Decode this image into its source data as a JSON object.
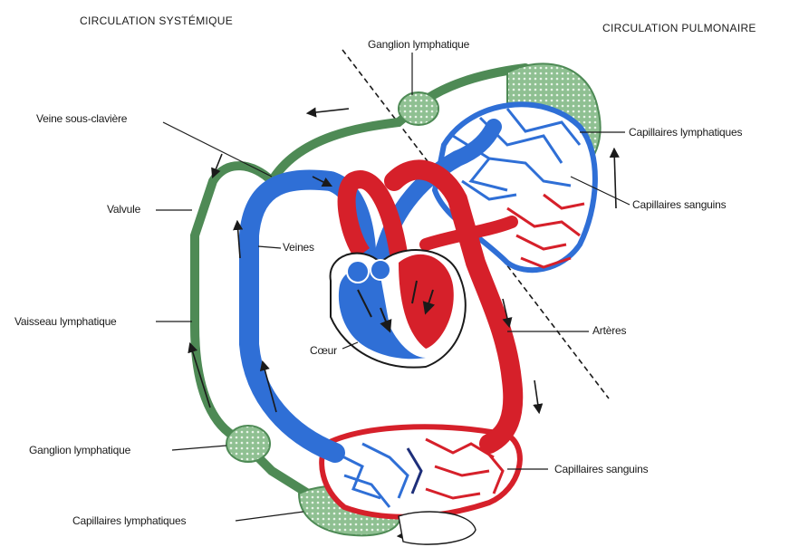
{
  "headers": {
    "systemic": "CIRCULATION SYSTÉMIQUE",
    "pulmonary": "CIRCULATION PULMONAIRE"
  },
  "labels": {
    "ganglion_top": "Ganglion lymphatique",
    "veine_sous_claviere": "Veine sous-clavière",
    "capillaires_lymph_right": "Capillaires lymphatiques",
    "capillaires_sanguins_right": "Capillaires sanguins",
    "valvule": "Valvule",
    "veines": "Veines",
    "vaisseau_lymphatique": "Vaisseau lymphatique",
    "arteres": "Artères",
    "coeur": "Cœur",
    "ganglion_bottom": "Ganglion lymphatique",
    "capillaires_sanguins_bottom": "Capillaires sanguins",
    "capillaires_lymph_bottom": "Capillaires lymphatiques"
  },
  "colors": {
    "lymph": "#4e8a55",
    "lymph_fill": "#9cc79e",
    "vein": "#2f6fd6",
    "artery": "#d6202a",
    "dark": "#1a1a1a"
  }
}
